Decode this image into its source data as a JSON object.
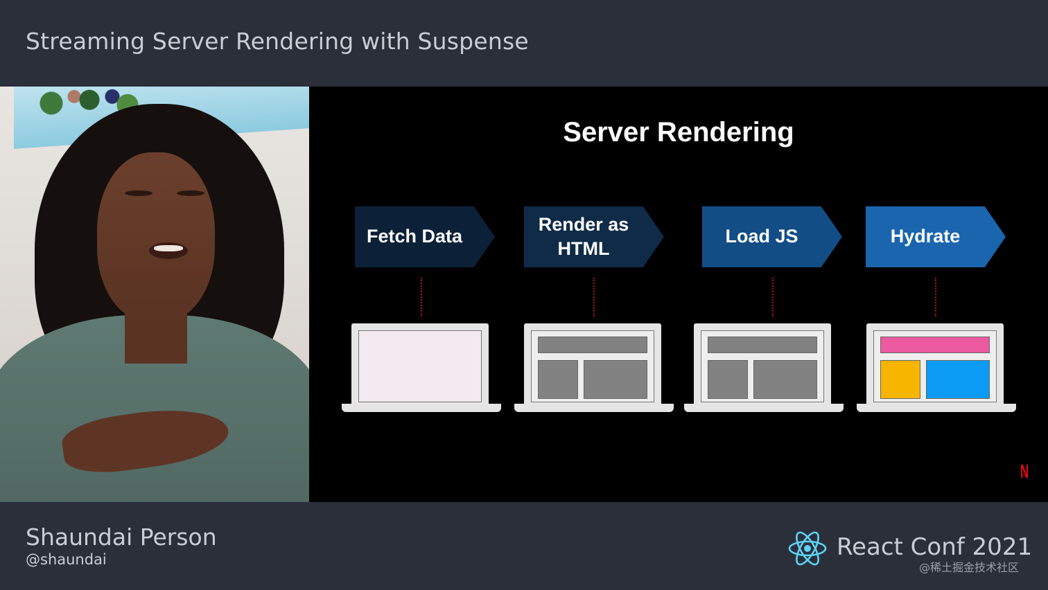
{
  "header": {
    "title": "Streaming Server Rendering with Suspense"
  },
  "slide": {
    "title": "Server Rendering",
    "steps": [
      {
        "label": "Fetch Data",
        "color": "#0c2138"
      },
      {
        "label": "Render as HTML",
        "color": "#0f2b47"
      },
      {
        "label": "Load JS",
        "color": "#134d86"
      },
      {
        "label": "Hydrate",
        "color": "#1a65ae"
      }
    ],
    "connector_color": "#b11218",
    "screen_colors": {
      "empty": "#f2eaee",
      "gray": "#828282",
      "pink": "#ec5aa0",
      "yellow": "#f7b500",
      "blue": "#0b9bf4"
    },
    "corner_logo": "N"
  },
  "footer": {
    "speaker_name": "Shaundai Person",
    "speaker_handle": "@shaundai",
    "conference": "React Conf 2021",
    "watermark": "@稀土掘金技术社区"
  }
}
